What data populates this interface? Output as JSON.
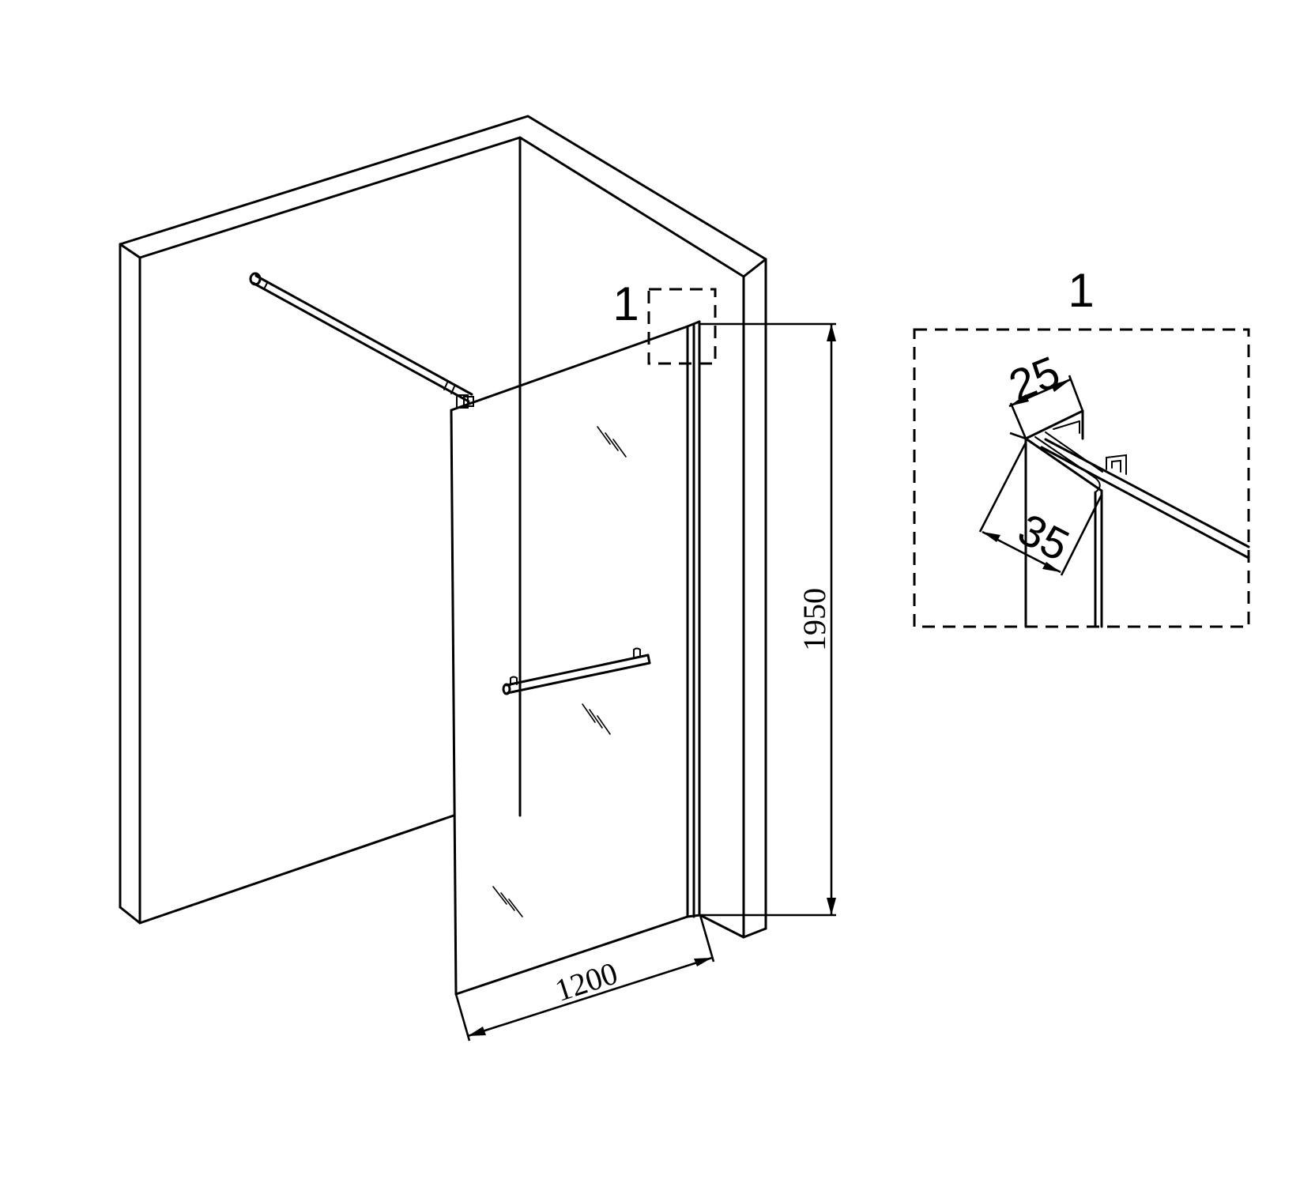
{
  "drawing": {
    "callout_main_label": "1",
    "detail_title": "1",
    "dimensions": {
      "height": "1950",
      "width": "1200",
      "profile_depth": "25",
      "profile_width": "35"
    }
  }
}
